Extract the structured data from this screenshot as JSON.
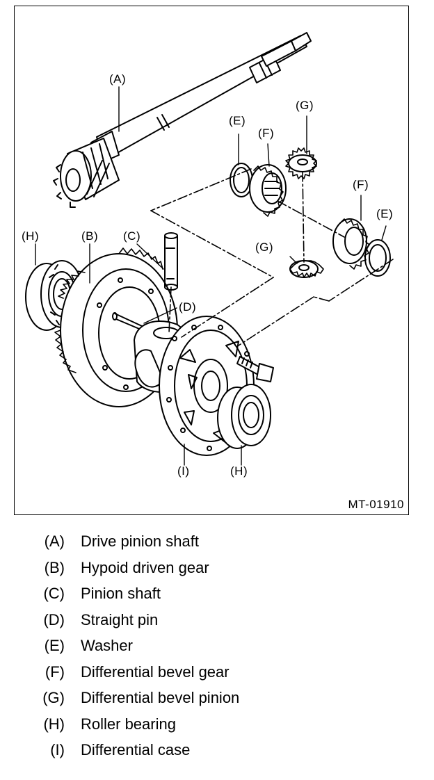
{
  "figure": {
    "id": "MT-01910",
    "callouts": {
      "A": "(A)",
      "B": "(B)",
      "C": "(C)",
      "D": "(D)",
      "E1": "(E)",
      "E2": "(E)",
      "F1": "(F)",
      "F2": "(F)",
      "G1": "(G)",
      "G2": "(G)",
      "H1": "(H)",
      "H2": "(H)",
      "I": "(I)"
    }
  },
  "legend": [
    {
      "code": "(A)",
      "label": "Drive pinion shaft"
    },
    {
      "code": "(B)",
      "label": "Hypoid driven gear"
    },
    {
      "code": "(C)",
      "label": "Pinion shaft"
    },
    {
      "code": "(D)",
      "label": "Straight pin"
    },
    {
      "code": "(E)",
      "label": "Washer"
    },
    {
      "code": "(F)",
      "label": "Differential bevel gear"
    },
    {
      "code": "(G)",
      "label": "Differential bevel pinion"
    },
    {
      "code": "(H)",
      "label": "Roller bearing"
    },
    {
      "code": "(I)",
      "label": "Differential case"
    }
  ]
}
